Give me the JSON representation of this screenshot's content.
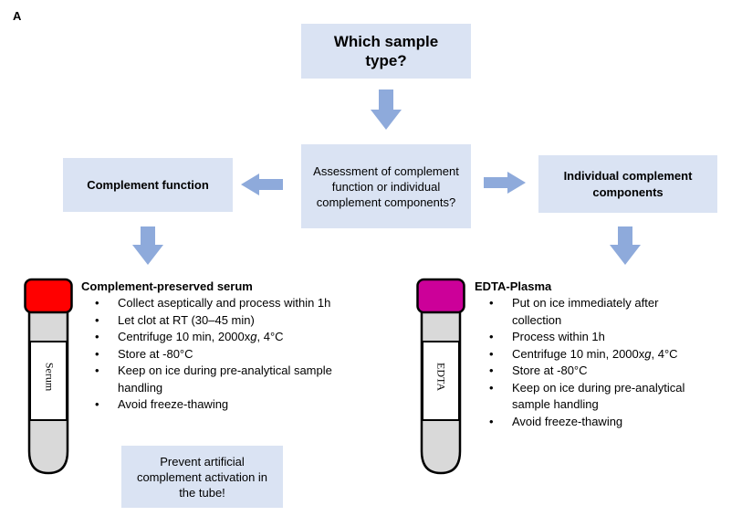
{
  "panel_label": "A",
  "question_box": {
    "text": "Which sample type?"
  },
  "assessment_box": {
    "text": "Assessment of complement function or individual complement components?"
  },
  "function_box": {
    "text": "Complement function"
  },
  "individual_box": {
    "text": "Individual complement components"
  },
  "serum": {
    "title": "Complement-preserved serum",
    "tube_label": "Serum",
    "cap_color": "#ff0000",
    "steps": [
      "Collect aseptically and process within 1h",
      "Let clot at RT (30–45 min)",
      "Centrifuge 10 min, 2000xg, 4°C",
      "Store at -80°C",
      "Keep on ice during pre-analytical sample handling",
      "Avoid freeze-thawing"
    ]
  },
  "plasma": {
    "title": "EDTA-Plasma",
    "tube_label": "EDTA",
    "cap_color": "#cc0099",
    "steps": [
      "Put on ice immediately after collection",
      "Process within 1h",
      "Centrifuge 10 min, 2000xg, 4°C",
      "Store at -80°C",
      "Keep on ice during pre-analytical sample handling",
      "Avoid freeze-thawing"
    ]
  },
  "prevent_box": {
    "text": "Prevent artificial complement activation in the tube!"
  },
  "colors": {
    "box_fill": "#dae3f3",
    "arrow_fill": "#8eaadb",
    "tube_body": "#d9d9d9"
  }
}
